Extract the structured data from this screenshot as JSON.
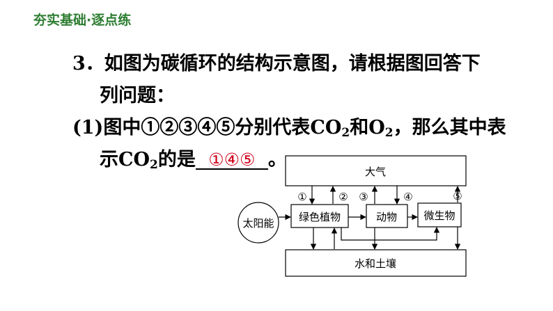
{
  "header": {
    "title": "夯实基础·逐点练"
  },
  "question": {
    "number": "3．",
    "stem_line1": "如图为碳循环的结构示意图，请根据图回答下",
    "stem_line2": "列问题：",
    "part1_prefix": "(1)",
    "part1_text_a": "图中①②③④⑤分别代表CO",
    "sub2_a": "2",
    "part1_text_b": "和O",
    "sub2_b": "2",
    "part1_text_c": "，那么其中表",
    "line4_a": "示CO",
    "sub2_c": "2",
    "line4_b": "的是",
    "answer": "①④⑤",
    "line4_end": "。"
  },
  "diagram": {
    "atmosphere": "大气",
    "sun": "太阳能",
    "plants": "绿色植物",
    "animals": "动物",
    "microbes": "微生物",
    "soil": "水和土壤",
    "markers": [
      "①",
      "②",
      "③",
      "④",
      "⑤"
    ]
  }
}
